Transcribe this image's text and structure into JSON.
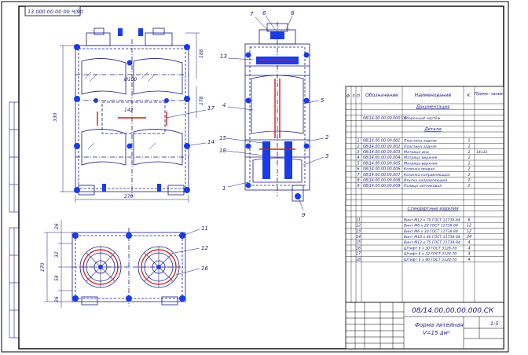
{
  "drawing": {
    "corner_stamp": "13 000 00 00 00 Ч/90",
    "dims": {
      "front_width": "270",
      "front_height": "330",
      "front_right_top": "188",
      "front_right_mid": "178",
      "front_inner_center": "Ø100",
      "front_inner_small": "142",
      "plan_height": "170",
      "plan_seg_1": "26",
      "plan_seg_2": "32",
      "plan_seg_3": "58",
      "plan_seg_4": "26"
    },
    "callouts": {
      "front": [
        "17",
        "14"
      ],
      "side": [
        "7",
        "6",
        "8",
        "13",
        "4",
        "5",
        "15",
        "18",
        "2",
        "3",
        "1",
        "9"
      ],
      "plan": [
        "11",
        "12",
        "16"
      ]
    }
  },
  "spec": {
    "headers": {
      "format": "Ф",
      "zone": "З",
      "pos": "П",
      "designation": "Обозначение",
      "name": "Наименование",
      "qty": "К.",
      "note": "Приме- чание"
    },
    "sections": {
      "docs": "Документация",
      "parts": "Детали",
      "std": "Стандартные изделия"
    },
    "doc_row": {
      "pos": "",
      "designation": "08/14.00.00.00.000.СК",
      "name": "Сборочный чертёж",
      "qty": "",
      "note": ""
    },
    "part_rows": [
      {
        "pos": "1",
        "designation": "08/14.00.00.00.001",
        "name": "Пластина задняя",
        "qty": "1",
        "note": ""
      },
      {
        "pos": "2",
        "designation": "08/14.00.00.00.002",
        "name": "Пластина задняя",
        "qty": "1",
        "note": ""
      },
      {
        "pos": "3",
        "designation": "08/14.00.00.00.003",
        "name": "Матрица дна",
        "qty": "1",
        "note": "14х32"
      },
      {
        "pos": "4",
        "designation": "08/14.00.00.00.004",
        "name": "Матрица верхняя",
        "qty": "1",
        "note": ""
      },
      {
        "pos": "5",
        "designation": "08/14.00.00.00.005",
        "name": "Матрица верхняя",
        "qty": "1",
        "note": ""
      },
      {
        "pos": "6",
        "designation": "08/14.00.00.00.006",
        "name": "Колонка правая",
        "qty": "2",
        "note": ""
      },
      {
        "pos": "7",
        "designation": "08/14.00.00.00.007",
        "name": "Колонка направляющая",
        "qty": "2",
        "note": ""
      },
      {
        "pos": "8",
        "designation": "08/14.00.00.00.008",
        "name": "Втулка направляющая",
        "qty": "2",
        "note": ""
      },
      {
        "pos": "9",
        "designation": "08/14.00.00.00.009",
        "name": "Полица литниковая",
        "qty": "2",
        "note": ""
      }
    ],
    "std_rows": [
      {
        "pos": "11",
        "designation": "",
        "name": "Винт М12 х 70 ГОСТ 11738-84",
        "qty": "6",
        "note": ""
      },
      {
        "pos": "12",
        "designation": "",
        "name": "Винт М6 х 20 ГОСТ 11738-84",
        "qty": "12",
        "note": ""
      },
      {
        "pos": "13",
        "designation": "",
        "name": "Винт М6 х 30 ГОСТ 11738-84",
        "qty": "12",
        "note": ""
      },
      {
        "pos": "14",
        "designation": "",
        "name": "Винт М10 х 40 ГОСТ 11738-84",
        "qty": "24",
        "note": ""
      },
      {
        "pos": "15",
        "designation": "",
        "name": "Винт М12 х 75 ГОСТ 11738-84",
        "qty": "4",
        "note": ""
      },
      {
        "pos": "16",
        "designation": "",
        "name": "Штифт 6 х 30 ГОСТ 3128-70",
        "qty": "4",
        "note": ""
      },
      {
        "pos": "17",
        "designation": "",
        "name": "Штифт 6 х 32 ГОСТ 3128-70",
        "qty": "4",
        "note": ""
      },
      {
        "pos": "18",
        "designation": "",
        "name": "Штифт 6 х 40 ГОСТ 3128-70",
        "qty": "4",
        "note": ""
      }
    ]
  },
  "title_block": {
    "code": "08/14.00.00.00.000.СК",
    "name": "Форма литейная",
    "subname": "V=15 дм³",
    "sheet": "1:5"
  },
  "colors": {
    "line": "#1a1a80",
    "bolt": "#1a3ce6",
    "accent": "#c81e1e",
    "frame": "#000000"
  }
}
